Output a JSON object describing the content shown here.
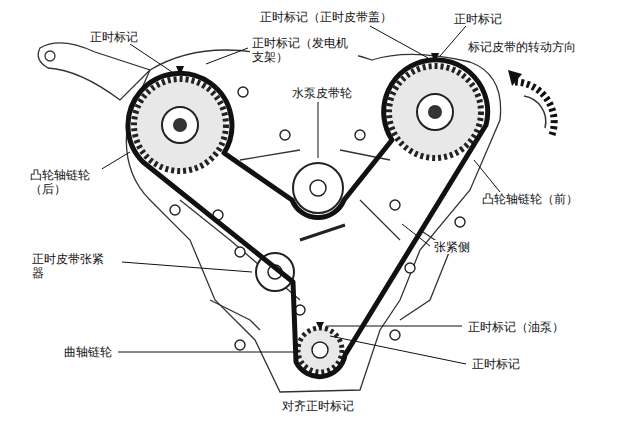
{
  "diagram": {
    "caption": "对齐正时标记",
    "labels": [
      "正时标记",
      "正时标记（正时皮带盖）",
      "正时标记",
      "正时标记（发电机 支架）",
      "标记皮带的转动方向",
      "水泵皮带轮",
      "凸轮轴链轮 （后）",
      "凸轮轴链轮（前）",
      "张紧侧",
      "正时皮带张紧 器",
      "正时标记（油泵）",
      "曲轴链轮",
      "正时标记"
    ]
  }
}
